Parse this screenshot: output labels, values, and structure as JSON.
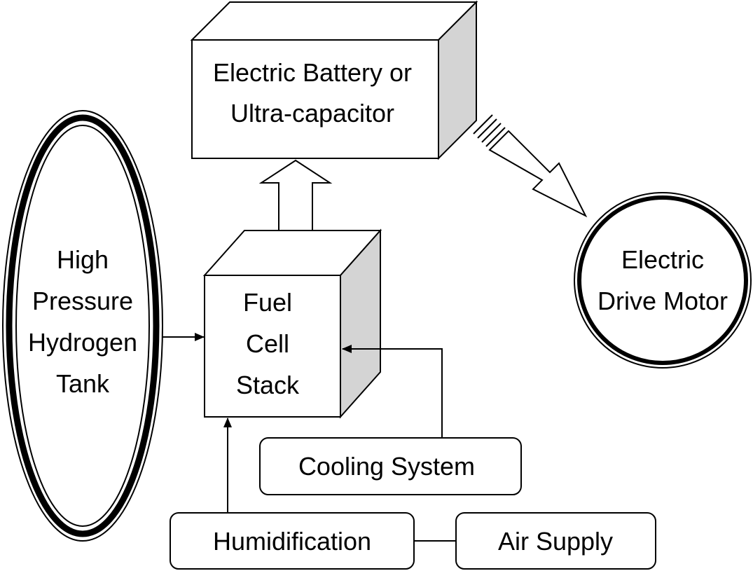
{
  "battery": {
    "line1": "Electric Battery or",
    "line2": "Ultra-capacitor"
  },
  "tank": {
    "line1": "High",
    "line2": "Pressure",
    "line3": "Hydrogen",
    "line4": "Tank"
  },
  "fuel_cell": {
    "line1": "Fuel",
    "line2": "Cell",
    "line3": "Stack"
  },
  "motor": {
    "line1": "Electric",
    "line2": "Drive Motor"
  },
  "cooling": {
    "label": "Cooling System"
  },
  "humidification": {
    "label": "Humidification"
  },
  "air_supply": {
    "label": "Air Supply"
  },
  "colors": {
    "stroke": "#000000",
    "side_shade": "#d4d4d4",
    "fill": "#ffffff"
  }
}
